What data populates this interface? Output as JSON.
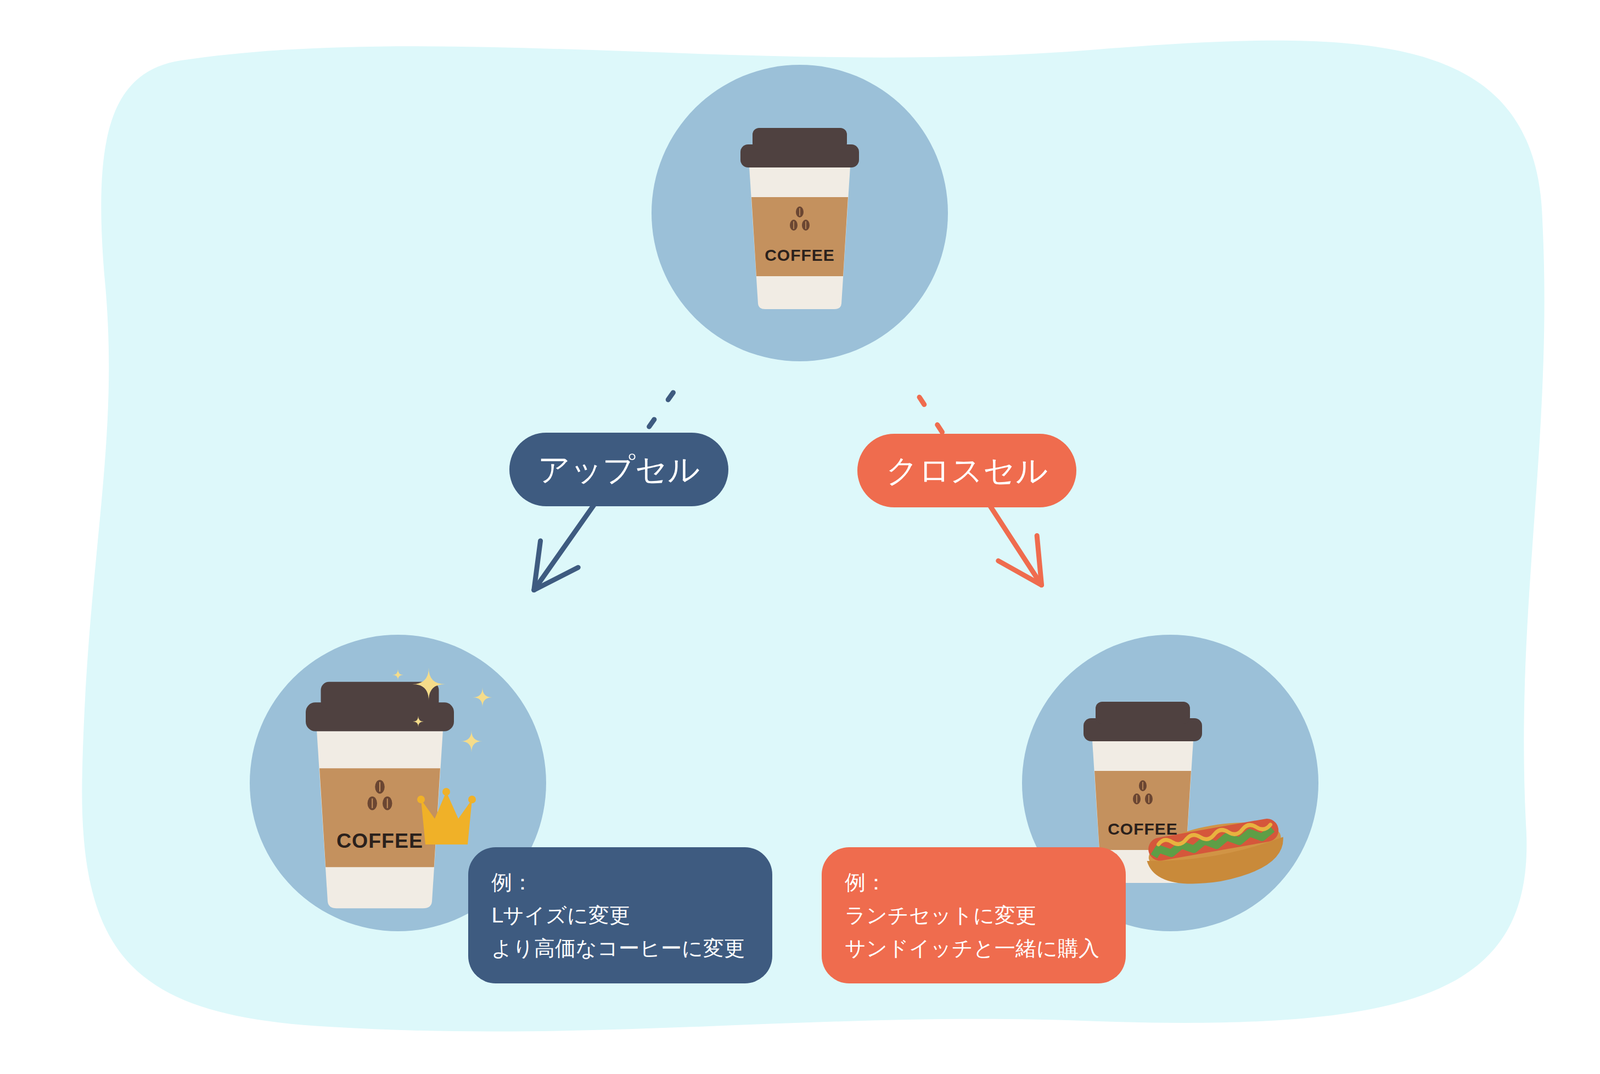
{
  "diagram": {
    "nodes": [
      {
        "text": [
          "COFFEE"
        ]
      },
      {
        "text": [
          "COFFEE"
        ]
      },
      {
        "text": [
          "COFFEE"
        ]
      },
      {
        "text": [
          "例：",
          "Lサイズに変更 より高価なコーヒーに変更"
        ]
      },
      {
        "text": [
          "例：",
          "ランチセットに変更 サンドイッチと一緒に購入"
        ]
      }
    ],
    "edges": [
      {
        "from": 0,
        "to": 1,
        "label": "アップセル",
        "arrow": "to"
      },
      {
        "from": 0,
        "to": 2,
        "label": "クロスセル",
        "arrow": "to"
      }
    ]
  }
}
